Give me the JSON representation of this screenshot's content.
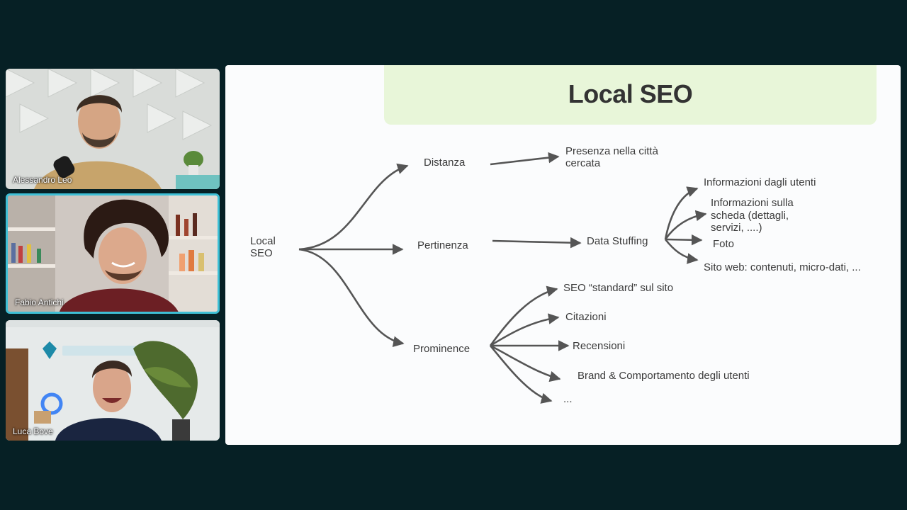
{
  "participants": [
    {
      "name": "Alessandro Leo",
      "active": false
    },
    {
      "name": "Fabio Antichi",
      "active": true
    },
    {
      "name": "Luca Bove",
      "active": false
    }
  ],
  "slide": {
    "title": "Local SEO",
    "root": [
      "Local",
      "SEO"
    ],
    "branches": {
      "distanza": {
        "label": "Distanza",
        "child": [
          "Presenza nella città",
          "cercata"
        ]
      },
      "pertinenza": {
        "label": "Pertinenza",
        "child": "Data Stuffing",
        "items": [
          [
            "Informazioni dagli utenti"
          ],
          [
            "Informazioni sulla",
            "scheda (dettagli,",
            "servizi, ....)"
          ],
          [
            "Foto"
          ],
          [
            "Sito web: contenuti, micro-dati, ..."
          ]
        ]
      },
      "prominence": {
        "label": "Prominence",
        "items": [
          "SEO “standard” sul sito",
          "Citazioni",
          "Recensioni",
          "Brand & Comportamento degli utenti",
          "..."
        ]
      }
    }
  },
  "colors": {
    "background": "#062025",
    "active_border": "#3ec0d6",
    "title_band": "#e8f6d9",
    "arrow": "#555555"
  }
}
